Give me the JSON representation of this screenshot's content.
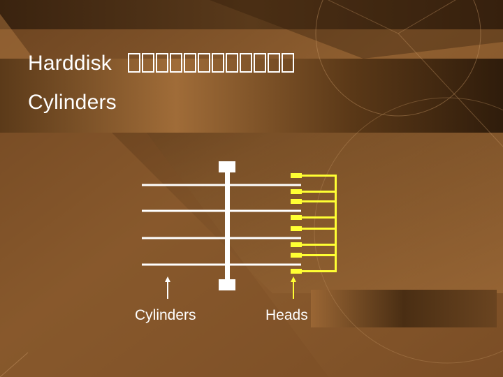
{
  "slide": {
    "title_line1": "Harddisk",
    "title_glyph_count": 12,
    "title_line2": "Cylinders"
  },
  "diagram": {
    "cylinders_label": "Cylinders",
    "heads_label": "Heads",
    "platter_count": 4,
    "head_count": 8
  },
  "colors": {
    "background": "#8a5a2e",
    "dark_band": "#3a2410",
    "platter": "#ffffff",
    "head_assembly": "#ffff33",
    "text": "#ffffff"
  }
}
